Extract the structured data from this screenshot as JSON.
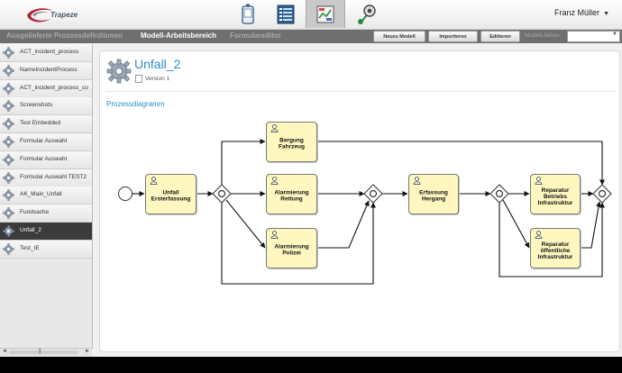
{
  "header": {
    "logo_text": "Trapeze",
    "user_name": "Franz Müller",
    "nav_icons": [
      "phone-icon",
      "list-icon",
      "model-chart-icon",
      "network-icon"
    ]
  },
  "subnav": {
    "tabs": [
      "Ausgelieferte Prozessdefinitionen",
      "Modell-Arbeitsbereich",
      "Formulareditor"
    ],
    "active_tab": "Modell-Arbeitsbereich",
    "buttons": {
      "new_model": "Neues Modell",
      "import": "Importieren",
      "edit": "Editieren"
    },
    "action_label": "Modell Aktion:",
    "action_value": ""
  },
  "sidebar": {
    "items": [
      {
        "label": "ACT_incident_process"
      },
      {
        "label": "NameIncidentProcess"
      },
      {
        "label": "ACT_incident_process_co"
      },
      {
        "label": "Screenshots"
      },
      {
        "label": "Test Embedded"
      },
      {
        "label": "Formular Auswahl"
      },
      {
        "label": "Formular Auswahl"
      },
      {
        "label": "Formular Auswahl TEST2"
      },
      {
        "label": "AK_Main_Unfall"
      },
      {
        "label": "Fundsache"
      },
      {
        "label": "Unfall_2",
        "selected": true
      },
      {
        "label": "Test_IE"
      }
    ]
  },
  "model": {
    "title": "Unfall_2",
    "version": "Version 1",
    "section_label": "Prozessdiagramm"
  },
  "diagram": {
    "tasks": {
      "unfall": "Unfall Ersterfassung",
      "bergung": "Bergung Fahrzeug",
      "rettung": "Alarmierung Rettung",
      "polizei": "Alarmierung Polizei",
      "erfassung": "Erfassung Hergang",
      "betrieb": "Reparatur Betriebs Infrastruktur",
      "oeffentlich": "Reparatur öffentliche Infrastruktur"
    }
  },
  "colors": {
    "accent": "#2a8fc6",
    "task_fill": "#fff7c0",
    "selected_item": "#3b3b3b",
    "subbar": "#6f6f6f"
  }
}
